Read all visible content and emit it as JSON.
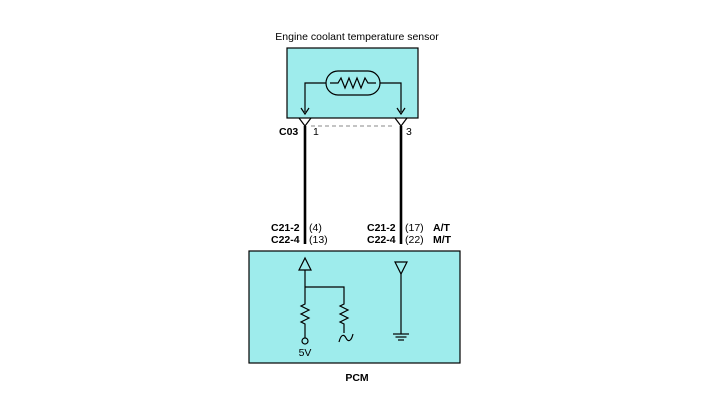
{
  "sensor": {
    "title": "Engine coolant temperature sensor"
  },
  "connector_top": {
    "name": "C03",
    "pin_left": "1",
    "pin_right": "3"
  },
  "pcm": {
    "name": "PCM",
    "left_conn": {
      "line1_name": "C21-2",
      "line1_pin": "(4)",
      "line2_name": "C22-4",
      "line2_pin": "(13)"
    },
    "right_conn": {
      "line1_name": "C21-2",
      "line1_pin": "(17)",
      "line1_note": "A/T",
      "line2_name": "C22-4",
      "line2_pin": "(22)",
      "line2_note": "M/T"
    },
    "supply_label": "5V"
  },
  "colors": {
    "box_fill": "#9eecec",
    "wire": "#000000"
  }
}
